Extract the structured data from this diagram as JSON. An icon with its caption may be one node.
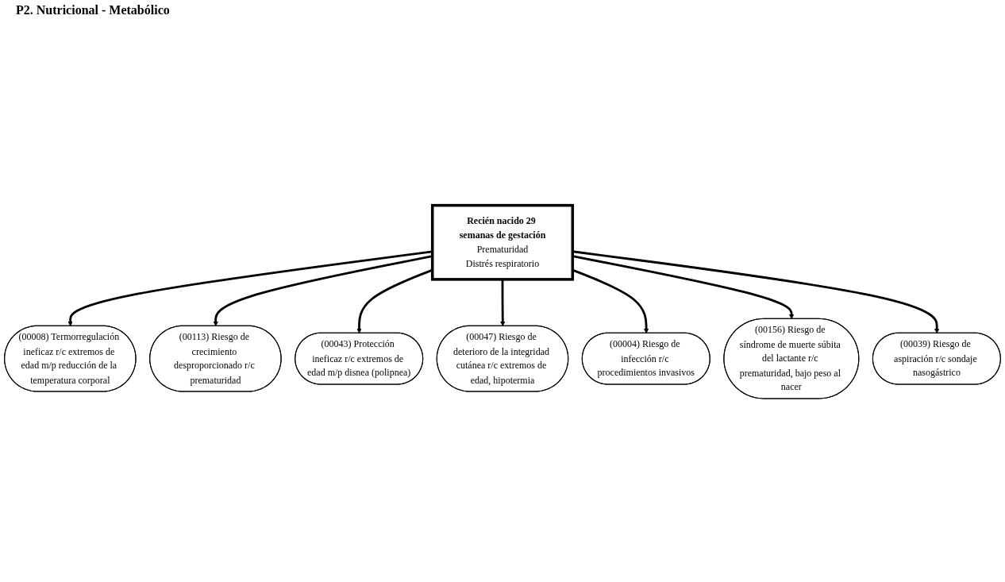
{
  "diagram": {
    "title": "P2. Nutricional - Metabólico",
    "nodes": [
      {
        "text": [
          "(00008) Termorregulación ineficaz r/c extremos de edad m/p reducción de la temperatura corporal"
        ]
      },
      {
        "text": [
          "(00113) Riesgo de crecimiento desproporcionado r/c prematuridad"
        ]
      },
      {
        "text": [
          "(00043) Protección ineficaz r/c extremos de edad m/p disnea (polipnea)"
        ]
      },
      {
        "text": [
          "Recién nacido 29 semanas de gestación",
          "Prematuridad",
          "Distrés respiratorio"
        ]
      },
      {
        "text": [
          "(00047) Riesgo de deterioro de la integridad cutánea r/c extremos de edad, hipotermia"
        ]
      },
      {
        "text": [
          "(00004) Riesgo de infección r/c procedimientos invasivos"
        ]
      },
      {
        "text": [
          "(00156) Riesgo de síndrome de muerte súbita del lactante r/c prematuridad, bajo peso al nacer"
        ]
      },
      {
        "text": [
          "(00039) Riesgo de aspiración r/c sondaje nasogástrico"
        ]
      }
    ],
    "edges": [
      {
        "from": 3,
        "to": 0,
        "arrow": "to"
      },
      {
        "from": 3,
        "to": 1,
        "arrow": "to"
      },
      {
        "from": 3,
        "to": 2,
        "arrow": "to"
      },
      {
        "from": 3,
        "to": 4,
        "arrow": "to"
      },
      {
        "from": 3,
        "to": 5,
        "arrow": "to"
      },
      {
        "from": 3,
        "to": 6,
        "arrow": "to"
      },
      {
        "from": 3,
        "to": 7,
        "arrow": "to"
      }
    ]
  }
}
